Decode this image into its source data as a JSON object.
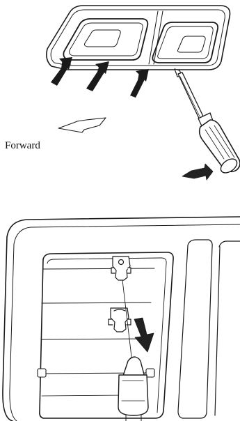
{
  "diagram": {
    "upper_panel": {
      "direction_label": "Forward"
    },
    "lower_panel": {}
  },
  "colors": {
    "ink": "#1a1a1a",
    "arrow_fill": "#222222",
    "background": "#ffffff"
  },
  "icons": [
    "overhead-lamp-lens",
    "screwdriver",
    "pry-arrow",
    "forward-arrow",
    "festoon-bulb",
    "bulb-clip",
    "push-down-arrow"
  ]
}
